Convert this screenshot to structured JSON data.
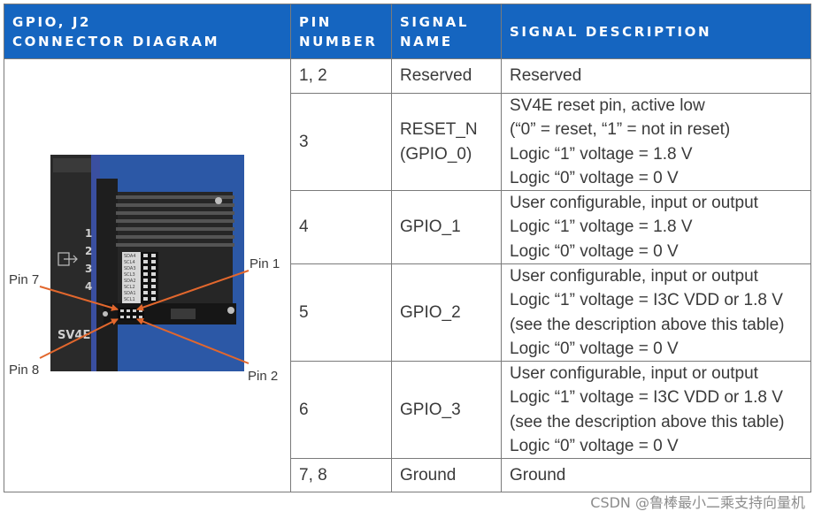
{
  "headers": {
    "diagram": [
      "GPIO, J2",
      "CONNECTOR DIAGRAM"
    ],
    "pin_number": [
      "PIN",
      "NUMBER"
    ],
    "signal_name": [
      "SIGNAL",
      "NAME"
    ],
    "signal_description": "SIGNAL DESCRIPTION"
  },
  "rows": [
    {
      "pin": "1, 2",
      "name": [
        "Reserved"
      ],
      "desc": [
        "Reserved"
      ]
    },
    {
      "pin": "3",
      "name": [
        "RESET_N",
        "(GPIO_0)"
      ],
      "desc": [
        "SV4E reset pin, active low",
        "(“0” = reset, “1” = not in reset)",
        "Logic “1” voltage = 1.8 V",
        "Logic “0” voltage = 0 V"
      ]
    },
    {
      "pin": "4",
      "name": [
        "GPIO_1"
      ],
      "desc": [
        "User configurable, input or output",
        "Logic “1” voltage = 1.8 V",
        "Logic “0” voltage = 0 V"
      ]
    },
    {
      "pin": "5",
      "name": [
        "GPIO_2"
      ],
      "desc": [
        "User configurable, input or output",
        "Logic “1” voltage = I3C VDD or 1.8 V",
        "(see the description above this table)",
        "Logic “0” voltage = 0 V"
      ]
    },
    {
      "pin": "6",
      "name": [
        "GPIO_3"
      ],
      "desc": [
        "User configurable, input or output",
        "Logic “1” voltage = I3C VDD or 1.8 V",
        "(see the description above this table)",
        "Logic “0” voltage = 0 V"
      ]
    },
    {
      "pin": "7, 8",
      "name": [
        "Ground"
      ],
      "desc": [
        "Ground"
      ]
    }
  ],
  "diagram": {
    "pin_labels": {
      "pin7": "Pin 7",
      "pin1": "Pin 1",
      "pin8": "Pin 8",
      "pin2": "Pin 2"
    },
    "device_label": "SV4E",
    "port_numbers": [
      "1",
      "2",
      "3",
      "4"
    ],
    "connector_labels": [
      "SDA4",
      "SCL4",
      "SDA3",
      "SCL3",
      "SDA2",
      "SCL2",
      "SDA1",
      "SCL1"
    ]
  },
  "colors": {
    "header_bg": "#1565c0",
    "arrow": "#e2672d",
    "device_bg": "#2c58a6"
  },
  "watermark": "CSDN @鲁棒最小二乘支持向量机"
}
